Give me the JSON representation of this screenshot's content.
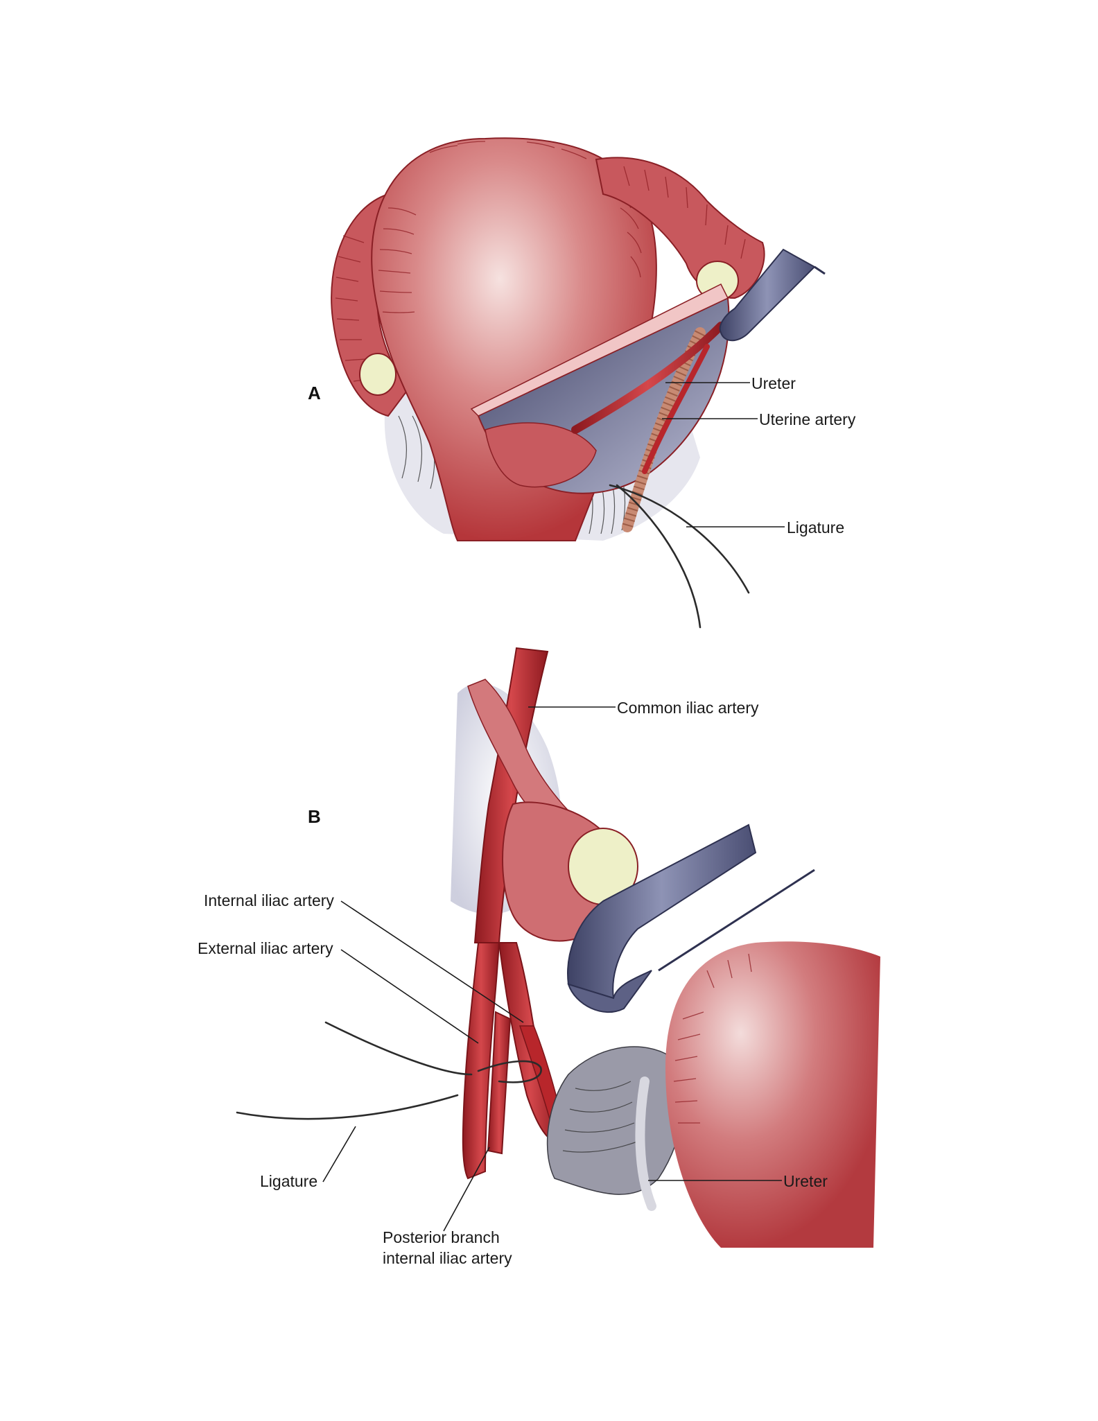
{
  "panels": {
    "a": "A",
    "b": "B"
  },
  "labels_a": {
    "ureter": "Ureter",
    "uterine_artery": "Uterine artery",
    "ligature": "Ligature"
  },
  "labels_b": {
    "common_iliac": "Common iliac artery",
    "internal_iliac": "Internal iliac artery",
    "external_iliac": "External iliac artery",
    "ligature": "Ligature",
    "posterior_line1": "Posterior branch",
    "posterior_line2": "internal iliac artery",
    "ureter": "Ureter"
  },
  "colors": {
    "tissue": "#d4787a",
    "tissue_dark": "#a72a30",
    "artery": "#b8262b",
    "retractor": "#5d6185",
    "peritoneum": "#d8d9e4",
    "ovary": "#eef0c8"
  }
}
